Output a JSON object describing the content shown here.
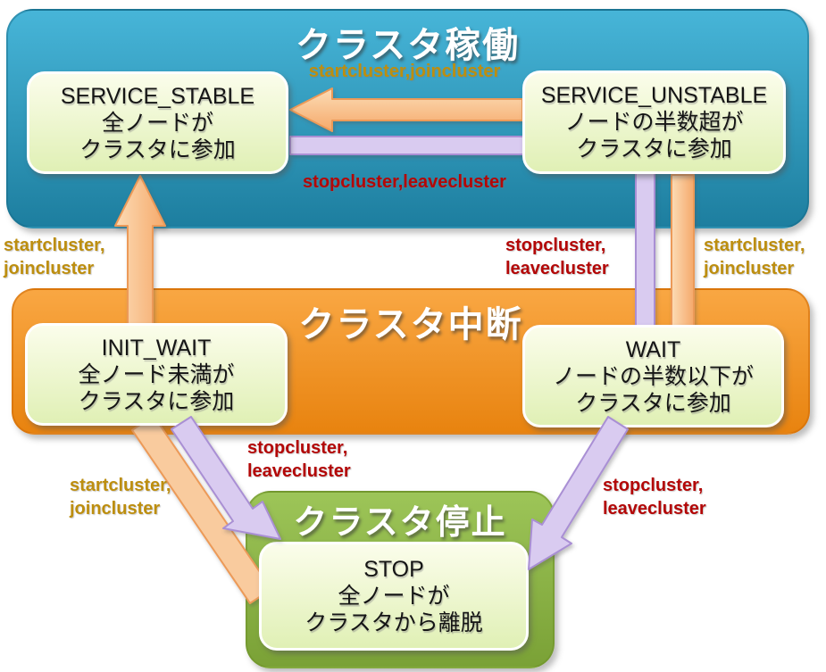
{
  "colors": {
    "gold": "#bd8e0f",
    "red": "#b30707",
    "blue_top": "#47b5d8",
    "blue_bottom": "#1d7e9f",
    "orange_top": "#f9a743",
    "orange_bottom": "#e8830f",
    "green_top": "#9dc558",
    "green_bottom": "#7aa136",
    "box_top": "#fbfdeb",
    "box_bottom": "#e0f0b5",
    "arrow_orange_fill": "#f9cb9e",
    "arrow_orange_edge": "#ec9a58",
    "arrow_purple_fill": "#d9cbf0",
    "arrow_purple_edge": "#a98fd4"
  },
  "sections": {
    "running": {
      "title": "クラスタ稼働"
    },
    "suspended": {
      "title": "クラスタ中断"
    },
    "stopped": {
      "title": "クラスタ停止"
    }
  },
  "states": {
    "service_stable": {
      "name": "SERVICE_STABLE",
      "desc1": "全ノードが",
      "desc2": "クラスタに参加"
    },
    "service_unstable": {
      "name": "SERVICE_UNSTABLE",
      "desc1": "ノードの半数超が",
      "desc2": "クラスタに参加"
    },
    "init_wait": {
      "name": "INIT_WAIT",
      "desc1": "全ノード未満が",
      "desc2": "クラスタに参加"
    },
    "wait": {
      "name": "WAIT",
      "desc1": "ノードの半数以下が",
      "desc2": "クラスタに参加"
    },
    "stop": {
      "name": "STOP",
      "desc1": "全ノードが",
      "desc2": "クラスタから離脱"
    }
  },
  "transitions": {
    "unstable_to_stable": {
      "label": "startcluster,joincluster"
    },
    "stable_to_wait": {
      "label": "stopcluster,leavecluster"
    },
    "initwait_to_stable": {
      "lines": [
        "startcluster,",
        "joincluster"
      ]
    },
    "unstable_to_wait": {
      "lines": [
        "stopcluster,",
        "leavecluster"
      ]
    },
    "wait_to_unstable": {
      "lines": [
        "startcluster,",
        "joincluster"
      ]
    },
    "stop_to_initwait": {
      "lines": [
        "startcluster,",
        "joincluster"
      ]
    },
    "initwait_to_stop": {
      "lines": [
        "stopcluster,",
        "leavecluster"
      ]
    },
    "wait_to_stop": {
      "lines": [
        "stopcluster,",
        "leavecluster"
      ]
    }
  }
}
